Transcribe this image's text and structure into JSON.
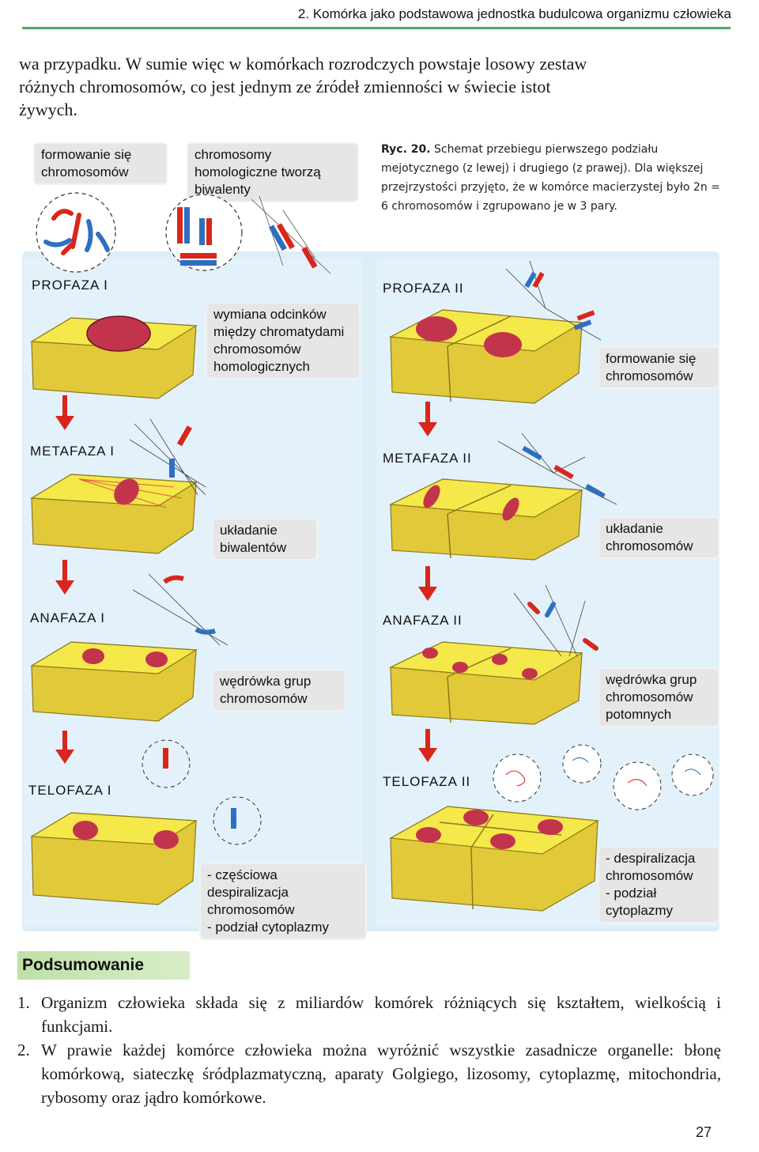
{
  "header": {
    "running_title": "2. Komórka jako podstawowa jednostka budulcowa organizmu człowieka"
  },
  "intro_text": "wa przypadku. W sumie więc w komórkach rozrodczych powstaje losowy zestaw różnych chromosomów, co jest jednym ze źródeł zmienności w świecie istot żywych.",
  "figure": {
    "caption_label": "Ryc. 20.",
    "caption_text": "Schemat przebiegu pierwszego podziału mejotycznego (z lewej) i drugiego (z prawej). Dla większej przejrzystości przyjęto, że w komórce macierzystej było 2n = 6 chromosomów i zgrupowano je w 3 pary.",
    "top_labels": {
      "chromosome_formation": "formowanie się chromosomów",
      "bivalents": "chromosomy homologiczne tworzą biwalenty"
    },
    "meiosis_1": {
      "phases": [
        "PROFAZA I",
        "METAFAZA I",
        "ANAFAZA I",
        "TELOFAZA I"
      ],
      "notes": [
        "wymiana odcinków między chromatydami chromosomów homologicznych",
        "układanie biwalentów",
        "wędrówka grup chromosomów",
        "- częściowa despiralizacja chromosomów\n- podział cytoplazmy"
      ]
    },
    "meiosis_2": {
      "phases": [
        "PROFAZA II",
        "METAFAZA II",
        "ANAFAZA II",
        "TELOFAZA II"
      ],
      "notes": [
        "formowanie się chromosomów",
        "układanie chromosomów",
        "wędrówka grup chromosomów potomnych",
        "- despiralizacja chromosomów\n- podział cytoplazmy"
      ]
    },
    "colors": {
      "cell_yellow": "#f5e84a",
      "cell_side": "#e2c93a",
      "nucleus": "#c2344c",
      "chromosome_red": "#d9261c",
      "chromosome_blue": "#2f6fc0",
      "arrow": "#d9261c",
      "figure_background": "#dceef8"
    }
  },
  "summary": {
    "title": "Podsumowanie",
    "items": [
      "Organizm człowieka składa się z miliardów komórek różniących się kształtem, wielkością i funkcjami.",
      "W prawie każdej komórce człowieka można wyróżnić wszystkie zasadnicze organelle: błonę komórkową, siateczkę śródplazmatyczną, aparaty Golgiego, lizosomy, cytoplazmę, mitochondria, rybosomy oraz jądro komórkowe."
    ],
    "item_numbers": [
      "1.",
      "2."
    ]
  },
  "page_number": "27"
}
